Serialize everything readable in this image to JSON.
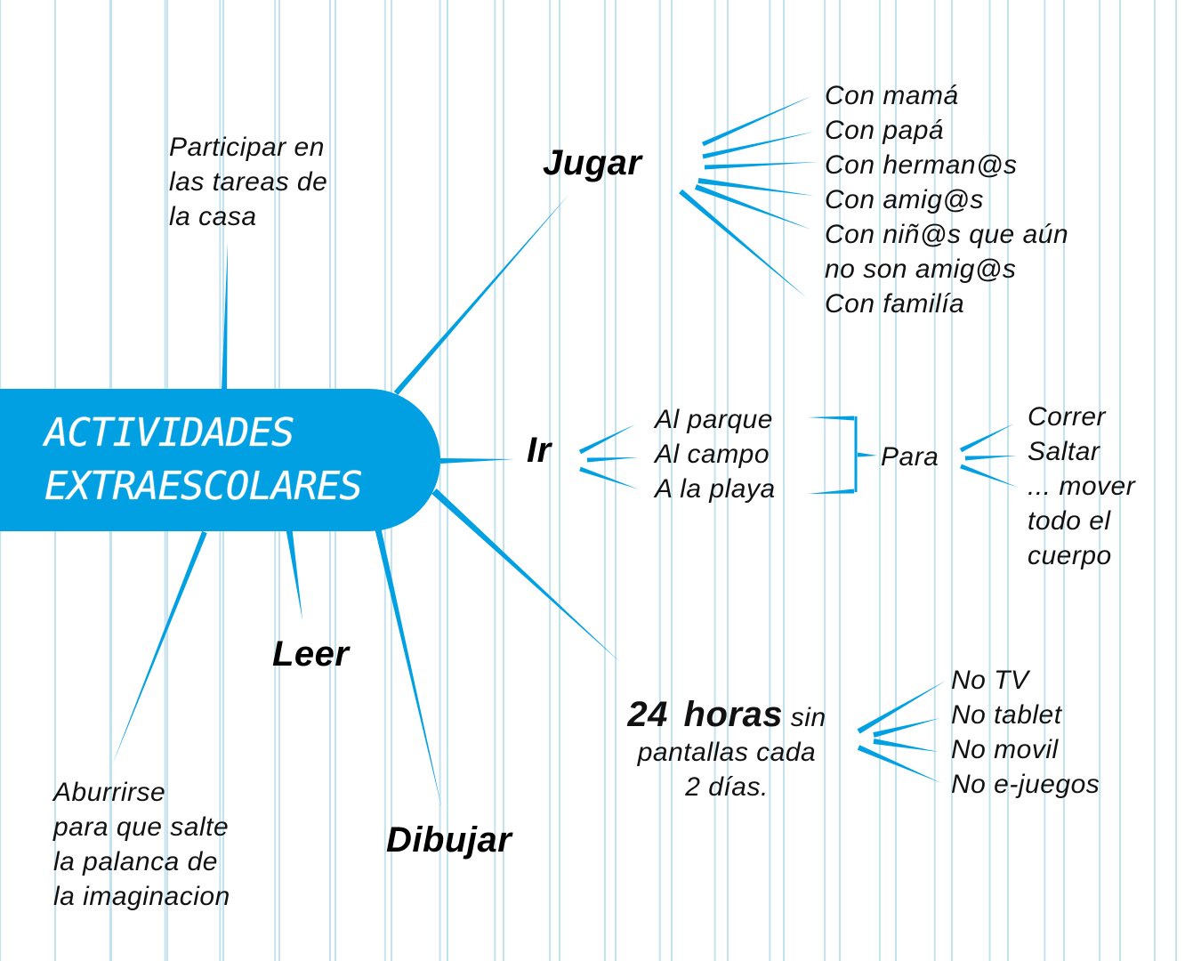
{
  "center": {
    "title_line1": "ACTIVIDADES",
    "title_line2": "EXTRAESCOLARES"
  },
  "colors": {
    "accent": "#00a0e3",
    "grid_lines": "#c4e2ee"
  },
  "branches": {
    "tareas": [
      "Participar en",
      "las tareas de",
      "la casa"
    ],
    "jugar": {
      "label": "Jugar",
      "items": [
        "Con mamá",
        "Con papá",
        "Con herman@s",
        "Con amig@s",
        "Con niñ@s que aún",
        "no son amig@s",
        "Con familía"
      ]
    },
    "ir": {
      "label": "Ir",
      "items": [
        "Al parque",
        "Al campo",
        "A la playa"
      ],
      "para": "Para",
      "para_items": [
        "Correr",
        "Saltar",
        "... mover",
        "todo el",
        "cuerpo"
      ]
    },
    "pantallas": {
      "bold1": "24",
      "bold2": "horas",
      "rest1": "sin",
      "line2": "pantallas cada",
      "line3": "2 días.",
      "items": [
        "No TV",
        "No tablet",
        "No movil",
        "No e-juegos"
      ]
    },
    "leer": "Leer",
    "dibujar": "Dibujar",
    "aburrirse": [
      "Aburrirse",
      "para que salte",
      "la palanca de",
      "la  imaginacion"
    ]
  }
}
